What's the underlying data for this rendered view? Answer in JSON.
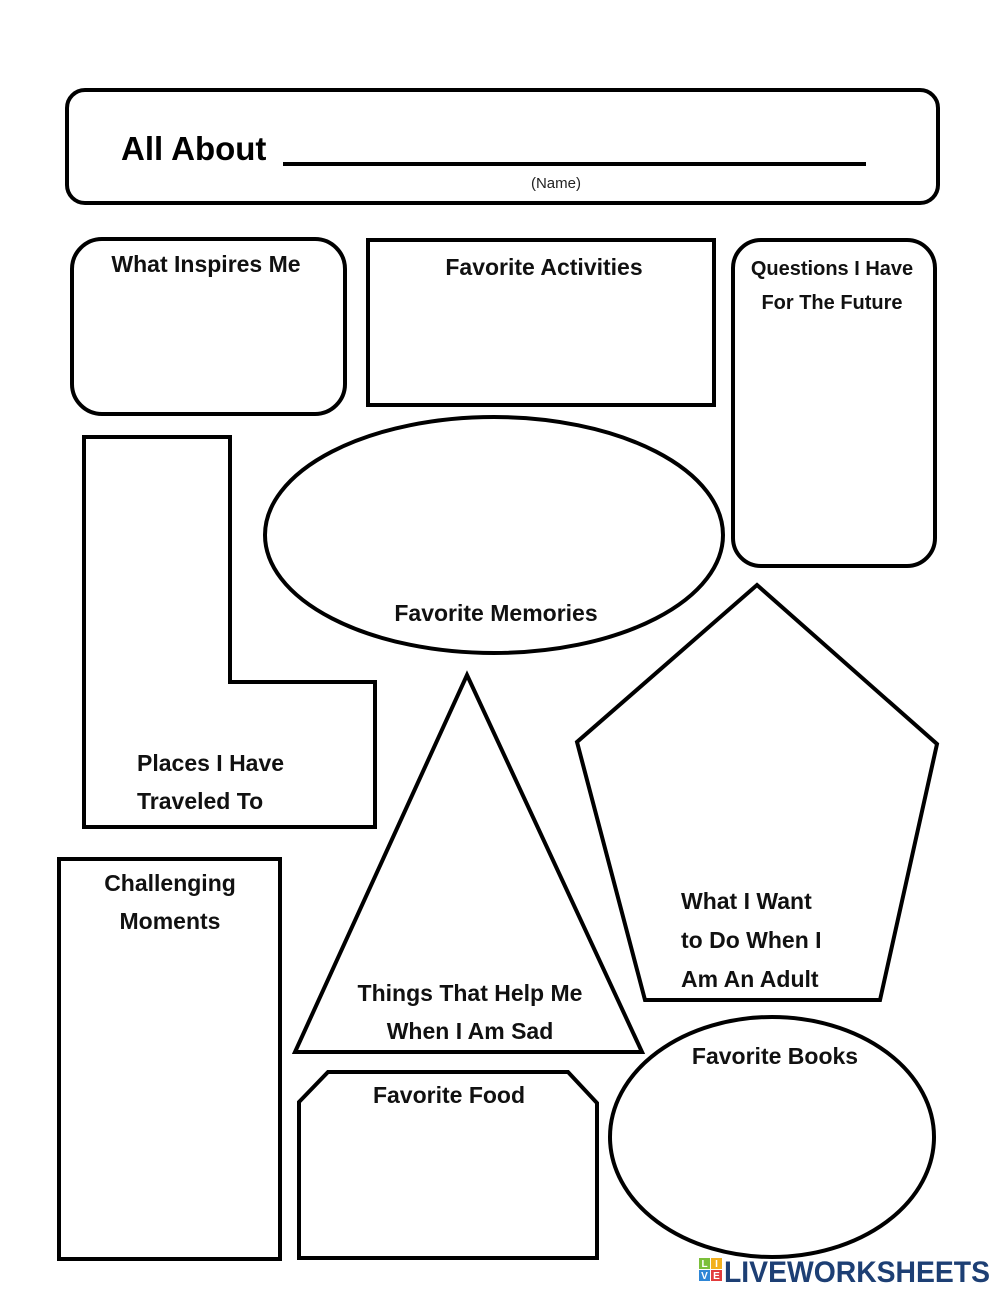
{
  "header": {
    "title": "All About",
    "name_caption": "(Name)"
  },
  "sections": {
    "inspires": "What Inspires Me",
    "activities": "Favorite Activities",
    "questions": [
      "Questions I Have",
      "For The Future"
    ],
    "memories": "Favorite Memories",
    "places": [
      "Places I Have",
      "Traveled To"
    ],
    "sad": [
      "Things That Help Me",
      "When I Am Sad"
    ],
    "adult": [
      "What I Want",
      "to Do When I",
      "Am An Adult"
    ],
    "challenging": [
      "Challenging",
      "Moments"
    ],
    "food": "Favorite Food",
    "books": "Favorite Books"
  },
  "logo": {
    "text": "LIVEWORKSHEETS",
    "tiles": [
      "L",
      "I",
      "V",
      "E"
    ]
  }
}
